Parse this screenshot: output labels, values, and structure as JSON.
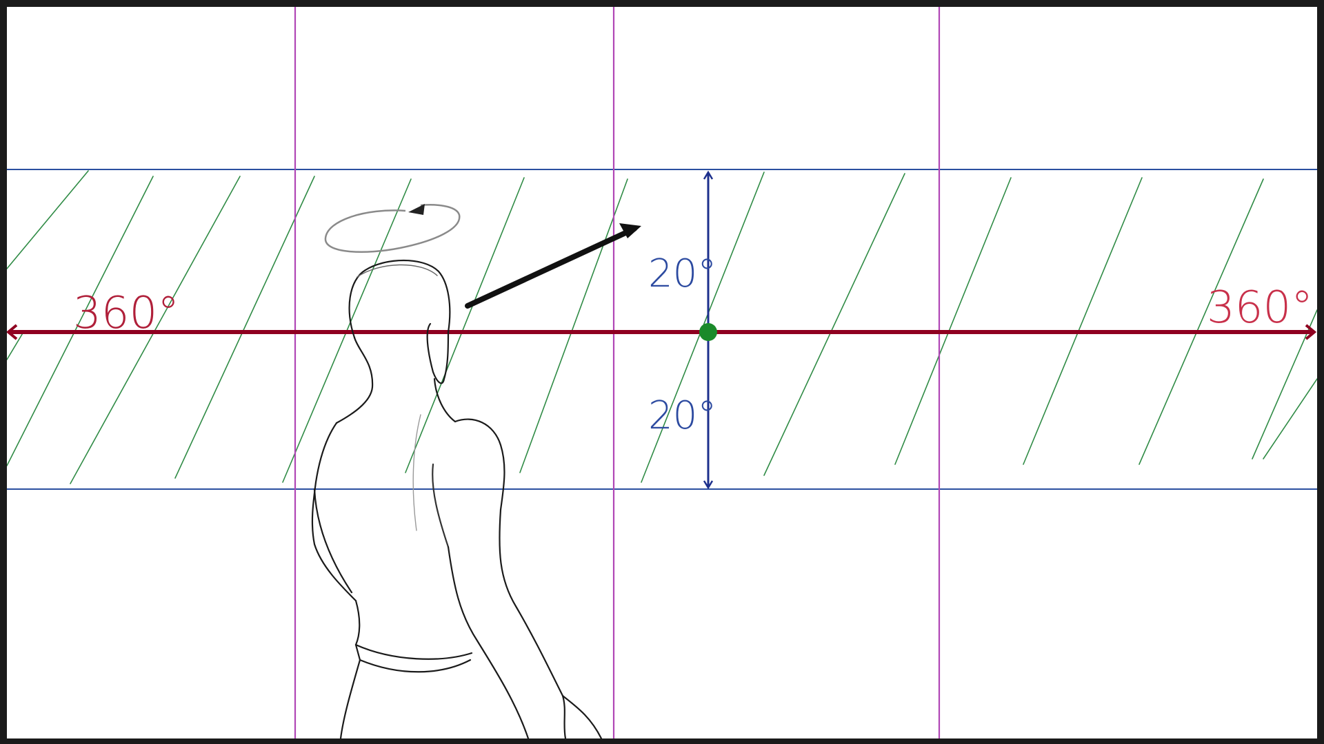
{
  "labels": {
    "horizon_left": "360°",
    "horizon_right": "360°",
    "angle_up": "20°",
    "angle_down": "20°"
  },
  "colors": {
    "horizon": "#8f0020",
    "vertical_guides": "#b046b5",
    "band_lines": "#2a4fa0",
    "hatch": "#2f8b45",
    "center_dot": "#1a8a2a",
    "measure": "#1c2f8c",
    "sketch": "#1a1a1a",
    "label_360": "#b0203a",
    "label_20": "#2c4aa0"
  },
  "icons": {
    "horizon_arrows": "double-headed-arrow",
    "head_rotation": "circular-arrow",
    "gaze": "arrow"
  }
}
